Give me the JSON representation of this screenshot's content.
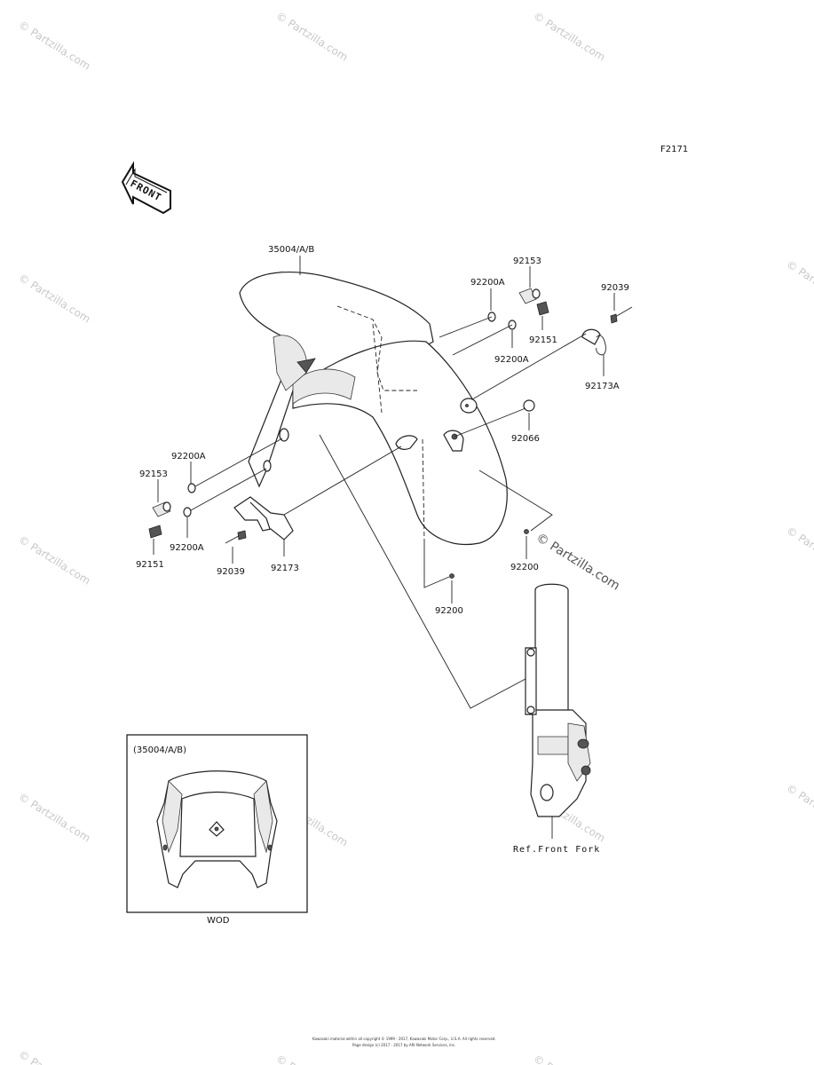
{
  "diagram_code": "F2171",
  "front_label": "FRONT",
  "parts": {
    "fender": "35004/A/B",
    "p92153_right": "92153",
    "p92200A_r1": "92200A",
    "p92200A_r2": "92200A",
    "p92151_right": "92151",
    "p92039_right": "92039",
    "p92173A": "92173A",
    "p92066": "92066",
    "p92200A_l1": "92200A",
    "p92153_left": "92153",
    "p92200A_l2": "92200A",
    "p92151_left": "92151",
    "p92039_left": "92039",
    "p92173": "92173",
    "p92200_right": "92200",
    "p92200_center": "92200"
  },
  "ref_front_fork": "Ref.Front Fork",
  "inset": {
    "title": "(35004/A/B)",
    "caption": "WOD"
  },
  "watermark": "© Partzilla.com",
  "footer": {
    "line1": "Kawasaki material within all copyright © 1999 - 2017, Kawasaki Motor Corp., U.S.A. All rights reserved.",
    "line2": "Page design (c) 2017 - 2017 by ARI Network Services, Inc."
  }
}
